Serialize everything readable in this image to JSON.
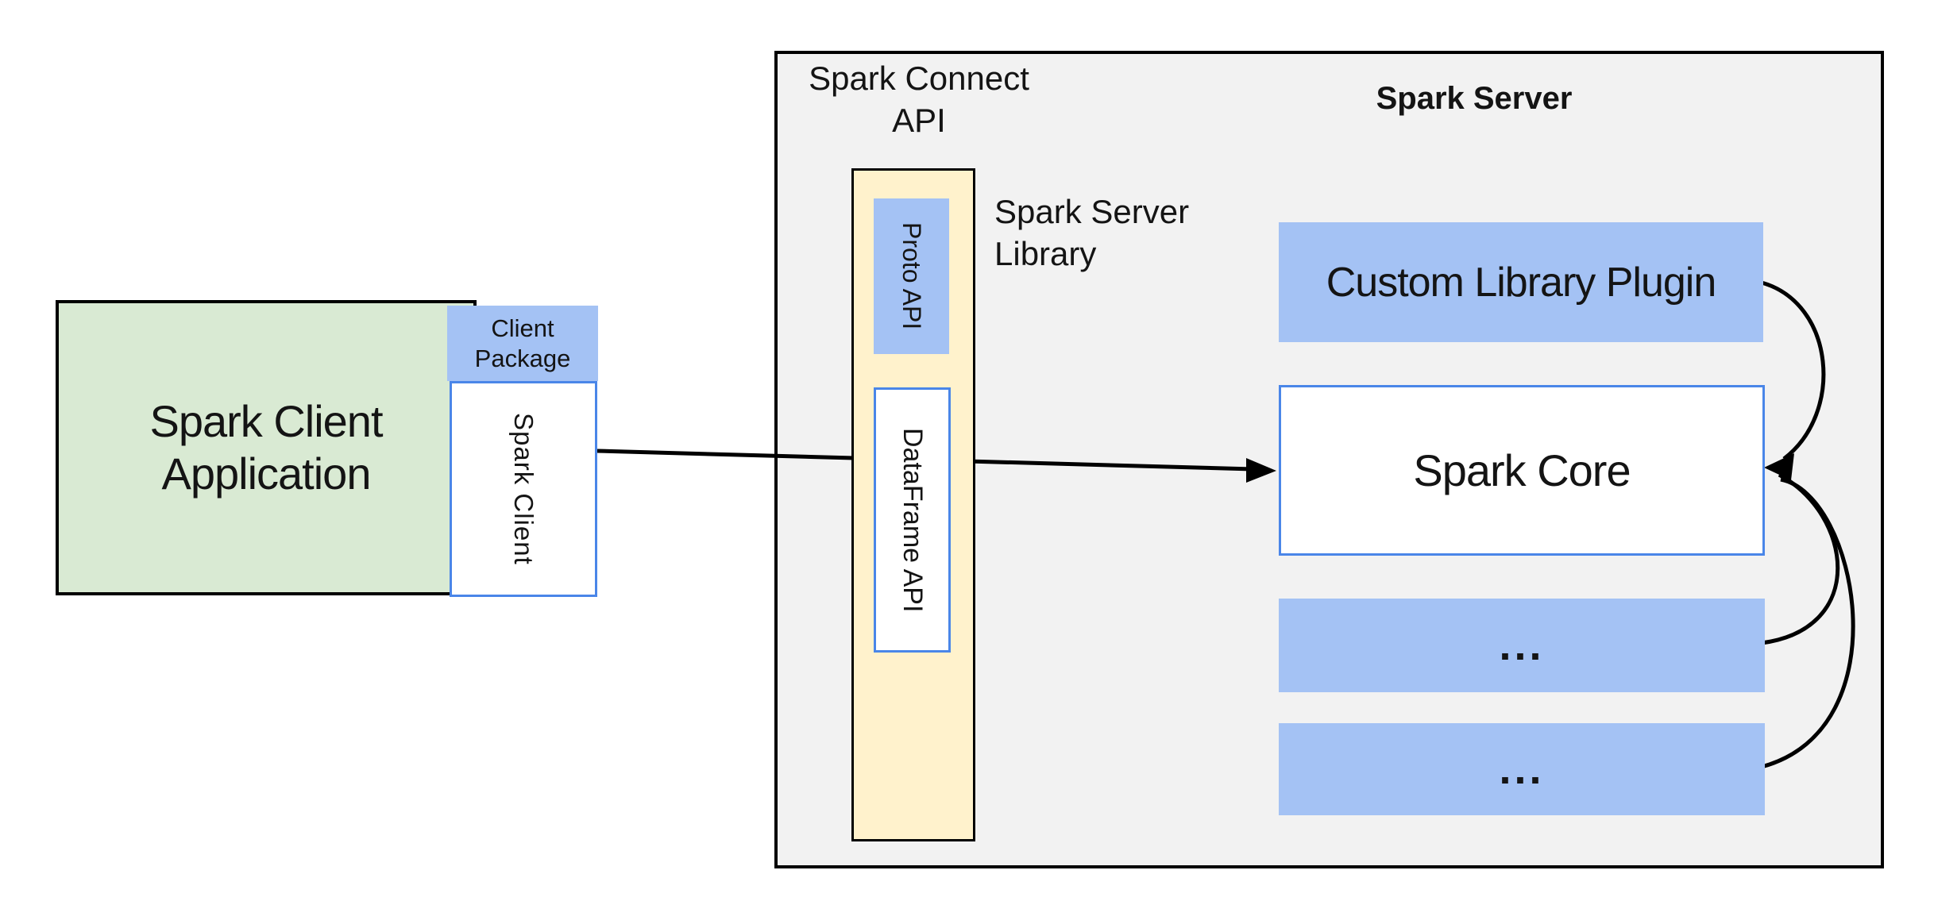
{
  "diagram": {
    "client_app": {
      "line1": "Spark Client",
      "line2": "Application"
    },
    "client_package": {
      "line1": "Client",
      "line2": "Package"
    },
    "spark_client": "Spark Client",
    "spark_connect_api": {
      "line1": "Spark Connect",
      "line2": "API"
    },
    "proto_api": "Proto API",
    "dataframe_api": "DataFrame API",
    "spark_server_library": {
      "line1": "Spark Server",
      "line2": "Library"
    },
    "spark_server_title": "Spark Server",
    "custom_library_plugin": "Custom Library Plugin",
    "spark_core": "Spark Core",
    "ellipsis_box_1": "...",
    "ellipsis_box_2": "..."
  },
  "colors": {
    "background": "#ffffff",
    "server_panel_fill": "#f2f2f2",
    "green_fill": "#d9ead3",
    "yellow_fill": "#fff2cc",
    "blue_fill": "#a4c2f4",
    "blue_border": "#4a86e8",
    "line_black": "#000000",
    "text": "#141414"
  }
}
